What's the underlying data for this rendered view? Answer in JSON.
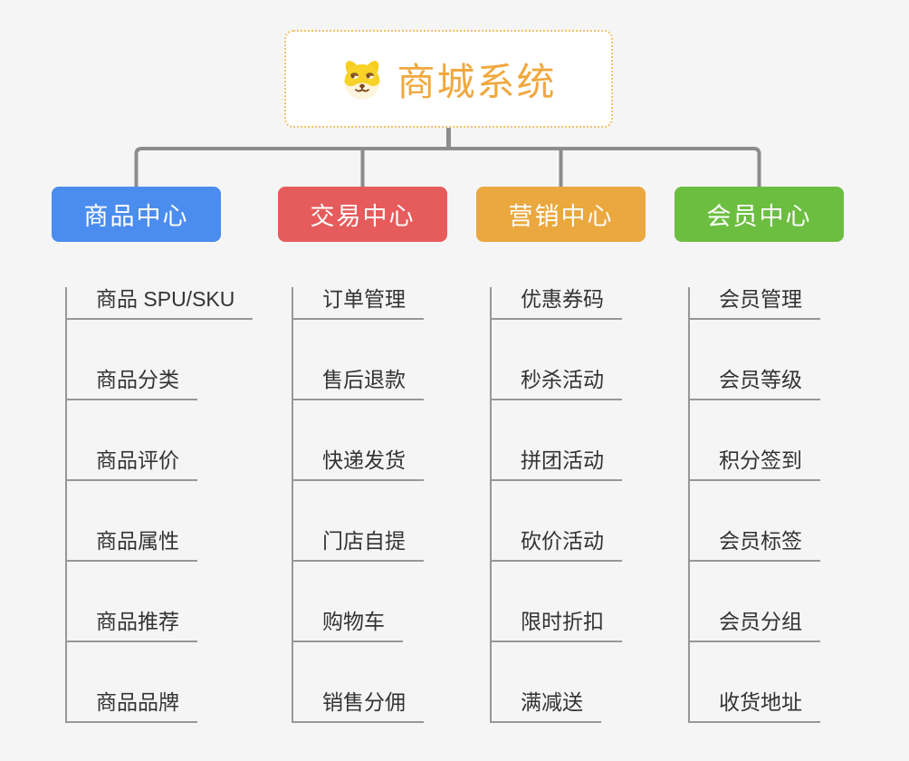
{
  "canvas": {
    "background": "#f5f5f5",
    "text_color": "#333333",
    "line_color": "#979797"
  },
  "connectors": {
    "color": "#8c8c8c"
  },
  "root": {
    "title": "商城系统",
    "icon": "shiba-dog-icon",
    "text_color": "#f0a83e",
    "border_color": "#f3c06a",
    "background": "#ffffff"
  },
  "branches": [
    {
      "label": "商品中心",
      "color": "#4b8dee",
      "children": [
        "商品 SPU/SKU",
        "商品分类",
        "商品评价",
        "商品属性",
        "商品推荐",
        "商品品牌"
      ]
    },
    {
      "label": "交易中心",
      "color": "#e65c5c",
      "children": [
        "订单管理",
        "售后退款",
        "快递发货",
        "门店自提",
        "购物车",
        "销售分佣"
      ]
    },
    {
      "label": "营销中心",
      "color": "#eaa83f",
      "children": [
        "优惠券码",
        "秒杀活动",
        "拼团活动",
        "砍价活动",
        "限时折扣",
        "满减送"
      ]
    },
    {
      "label": "会员中心",
      "color": "#6cbe41",
      "children": [
        "会员管理",
        "会员等级",
        "积分签到",
        "会员标签",
        "会员分组",
        "收货地址"
      ]
    }
  ]
}
